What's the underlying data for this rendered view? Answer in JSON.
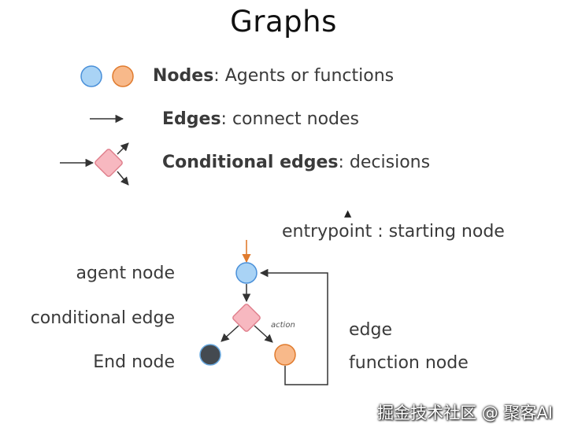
{
  "title": "Graphs",
  "legend": {
    "nodes": {
      "bold": "Nodes",
      "rest": ": Agents or functions"
    },
    "edges": {
      "bold": "Edges",
      "rest": ": connect nodes"
    },
    "conditional": {
      "bold": "Conditional edges",
      "rest": ": decisions"
    }
  },
  "diagram": {
    "entrypoint_label": "entrypoint : starting node",
    "agent_node_label": "agent node",
    "conditional_edge_label": "conditional edge",
    "end_node_label": "End node",
    "edge_label": "edge",
    "function_node_label": "function node",
    "action_label": "action"
  },
  "colors": {
    "agent_fill": "#a9d3f5",
    "agent_stroke": "#4a90d9",
    "function_fill": "#f8b98a",
    "function_stroke": "#e07b2e",
    "conditional_fill": "#f7b8c0",
    "conditional_stroke": "#e0808d",
    "end_fill": "#444a50",
    "end_stroke": "#6aaae0",
    "entry_arrow": "#e07b2e",
    "edge": "#333333"
  },
  "watermark": "掘金技术社区 @ 聚客AI"
}
